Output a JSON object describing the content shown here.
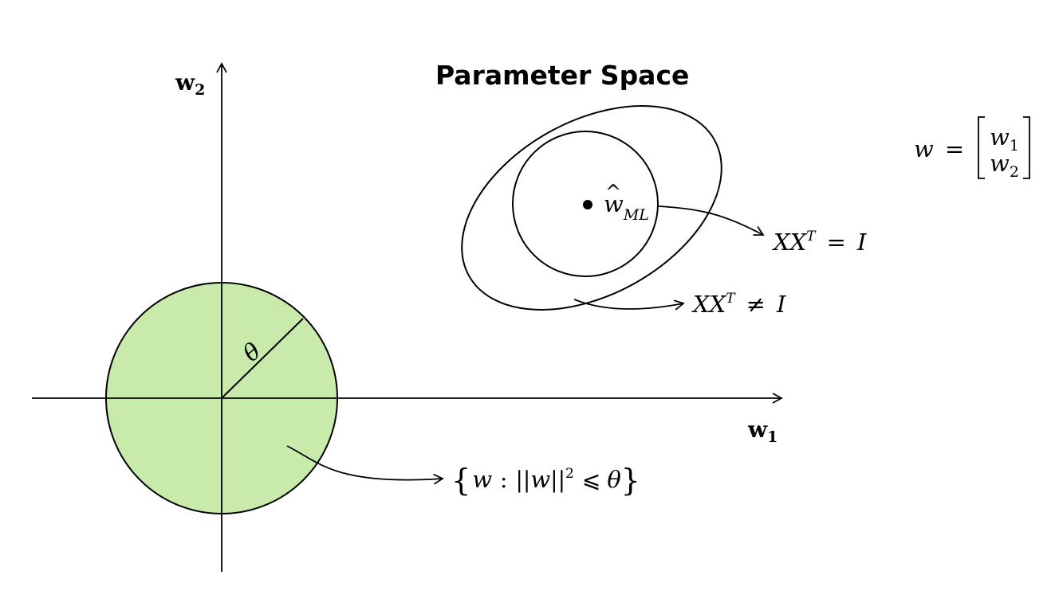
{
  "title": "Parameter Space",
  "axes": {
    "x_label": "w",
    "x_label_sub": "1",
    "y_label": "w",
    "y_label_sub": "2"
  },
  "constraint_region": {
    "radius_label": "θ",
    "set_open": "{",
    "set_var": "w",
    "set_colon": ":",
    "set_norm_left": "||",
    "set_norm_var": "w",
    "set_norm_right": "||",
    "set_exp": "2",
    "set_leq": "⩽",
    "set_theta": "θ",
    "set_close": "}",
    "fill_color": "#c8ebac"
  },
  "ml_estimate": {
    "var": "w",
    "hat": "^",
    "sub": "ML"
  },
  "contour_labels": {
    "identity": {
      "lhs": "XX",
      "sup": "T",
      "op": "=",
      "rhs": "I"
    },
    "non_identity": {
      "lhs": "XX",
      "sup": "T",
      "op": "≠",
      "rhs": "I"
    }
  },
  "definition": {
    "lhs": "w",
    "eq": "=",
    "entry1_var": "w",
    "entry1_sub": "1",
    "entry2_var": "w",
    "entry2_sub": "2"
  }
}
